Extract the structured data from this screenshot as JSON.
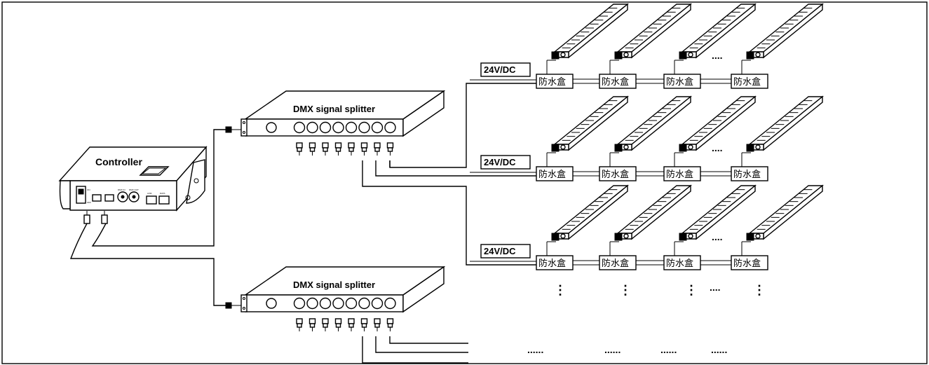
{
  "controller": {
    "label": "Controller",
    "panel_tags": [
      "ON",
      "OFF",
      "DMX IN",
      "DMX OUT",
      "LINK",
      "DATA"
    ]
  },
  "splitters": [
    {
      "label": "DMX signal splitter"
    },
    {
      "label": "DMX signal splitter"
    }
  ],
  "power_label": "24V/DC",
  "junction_box_label": "防水盒",
  "ellipsis_horizontal": "....",
  "ellipsis_vertical": "⋮",
  "ellipsis_bottom": "......",
  "colors": {
    "line": "#000000",
    "background": "#ffffff"
  },
  "icons": [
    "controller-icon",
    "splitter-icon",
    "xlr-plug-icon",
    "led-wall-washer-icon",
    "junction-box-icon"
  ]
}
